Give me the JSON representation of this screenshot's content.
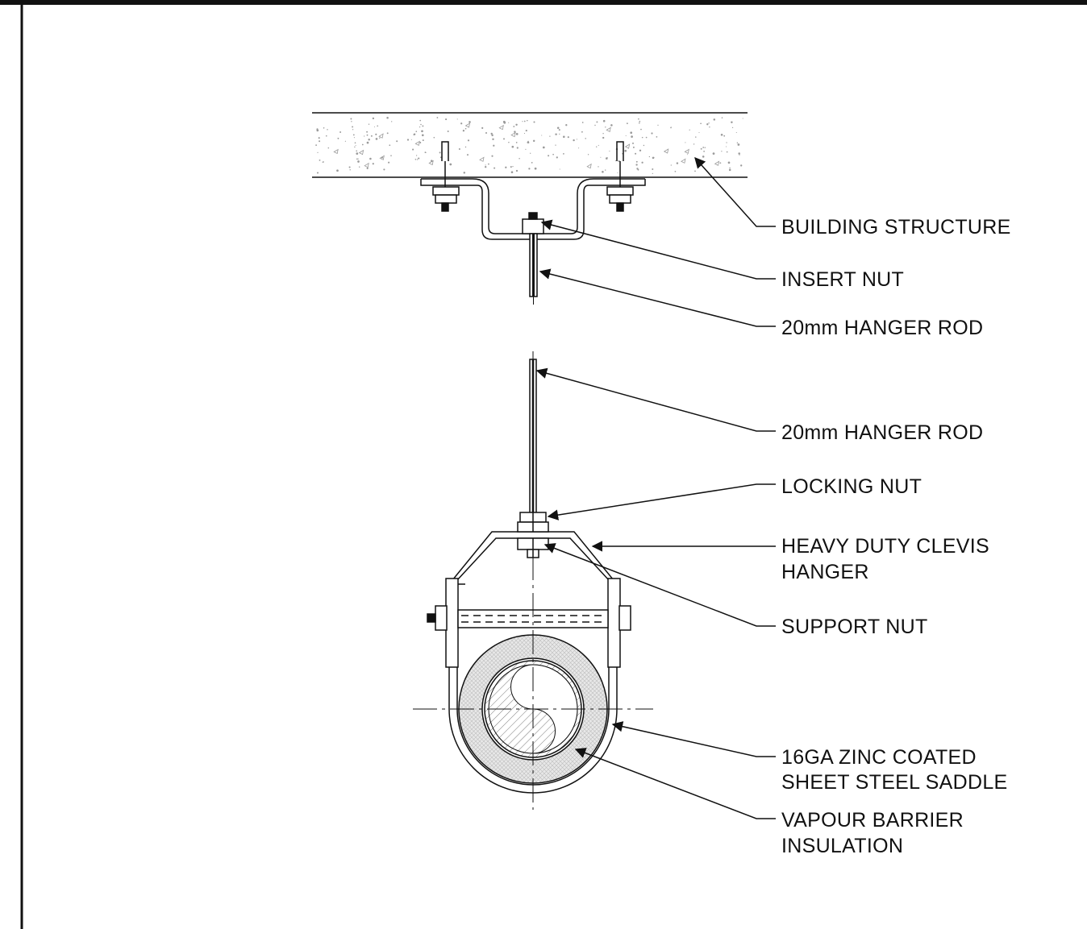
{
  "labels": {
    "building_structure": "BUILDING STRUCTURE",
    "insert_nut": "INSERT NUT",
    "hanger_rod_upper": "20mm HANGER ROD",
    "hanger_rod_lower": "20mm HANGER ROD",
    "locking_nut": "LOCKING NUT",
    "clevis_hanger_line1": "HEAVY DUTY CLEVIS",
    "clevis_hanger_line2": "HANGER",
    "support_nut": "SUPPORT NUT",
    "saddle_line1": "16GA ZINC COATED",
    "saddle_line2": "SHEET STEEL SADDLE",
    "insulation_line1": "VAPOUR BARRIER",
    "insulation_line2": "INSULATION"
  },
  "colors": {
    "line": "#111111",
    "concrete_speckle": "#9a9a9a",
    "insulation_fill": "#e6e6e6",
    "background": "#ffffff"
  }
}
